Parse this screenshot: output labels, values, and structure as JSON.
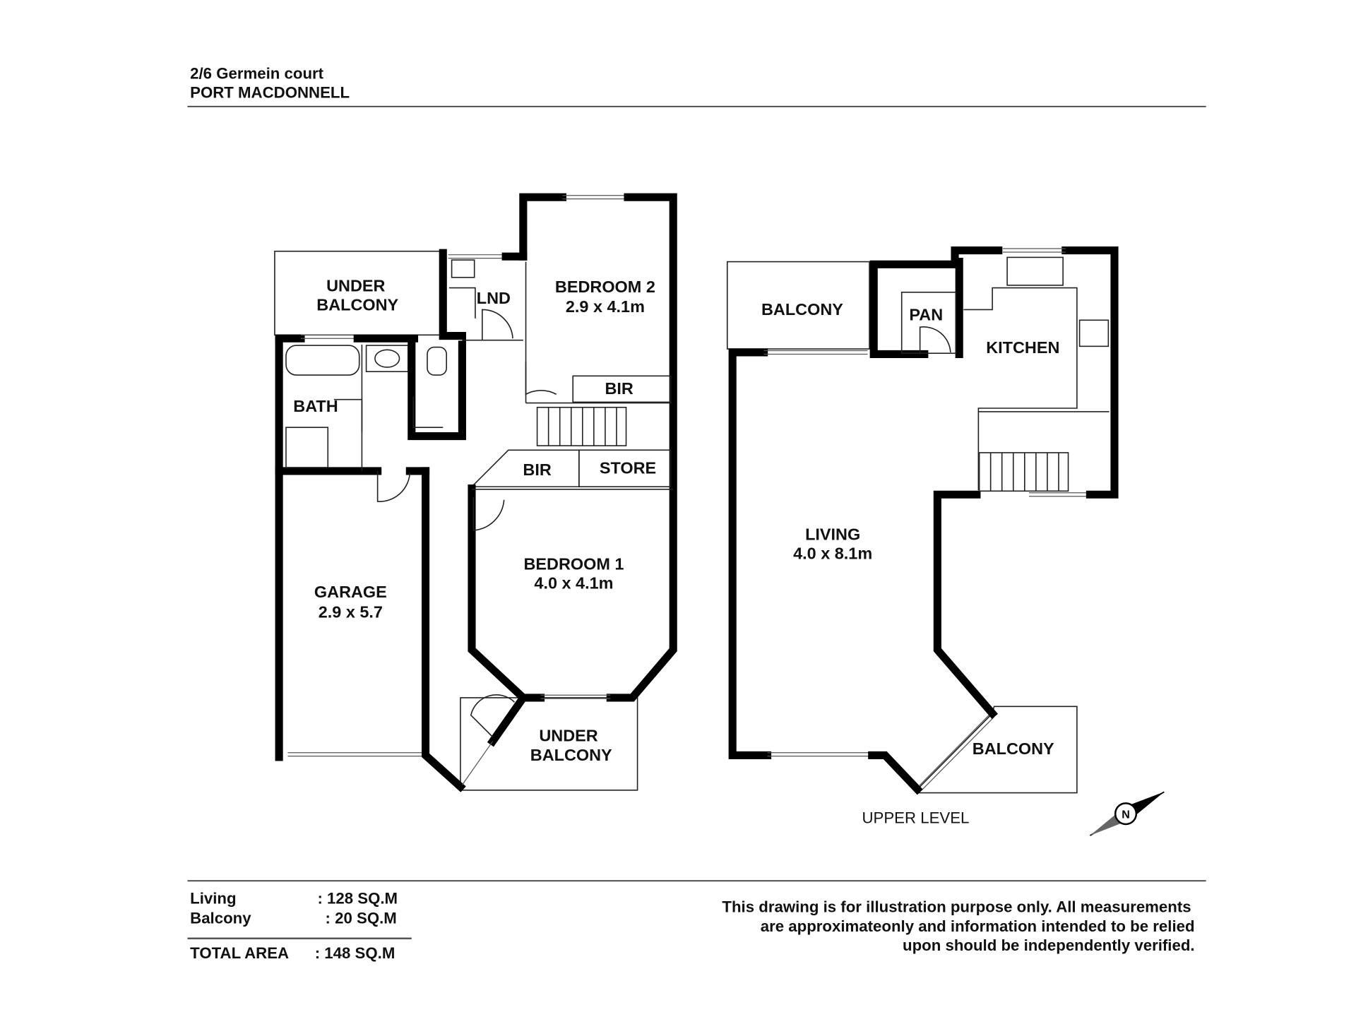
{
  "header": {
    "address_line1": "2/6 Germein court",
    "address_line2": "PORT MACDONNELL"
  },
  "lower_rooms": {
    "under_balcony_top": [
      "UNDER",
      "BALCONY"
    ],
    "lnd": "LND",
    "bedroom2": {
      "name": "BEDROOM 2",
      "size": "2.9 x 4.1m"
    },
    "bir_top": "BIR",
    "bath": "BATH",
    "bir_mid": "BIR",
    "store": "STORE",
    "bedroom1": {
      "name": "BEDROOM 1",
      "size": "4.0 x 4.1m"
    },
    "garage": {
      "name": "GARAGE",
      "size": "2.9 x 5.7"
    },
    "under_balcony_bottom": [
      "UNDER",
      "BALCONY"
    ]
  },
  "upper_rooms": {
    "balcony_top": "BALCONY",
    "pan": "PAN",
    "kitchen": "KITCHEN",
    "living": {
      "name": "LIVING",
      "size": "4.0 x 8.1m"
    },
    "balcony_bottom": "BALCONY",
    "level_label": "UPPER LEVEL"
  },
  "compass": {
    "label": "N"
  },
  "areas": {
    "living_label": "Living",
    "living_value": ": 128 SQ.M",
    "balcony_label": "Balcony",
    "balcony_value": ": 20 SQ.M",
    "total_label": "TOTAL AREA",
    "total_value": ": 148  SQ.M"
  },
  "disclaimer": [
    "This drawing is for illustration purpose only. All measurements",
    "are approximateonly and information intended to be relied",
    "upon should be independently verified."
  ]
}
